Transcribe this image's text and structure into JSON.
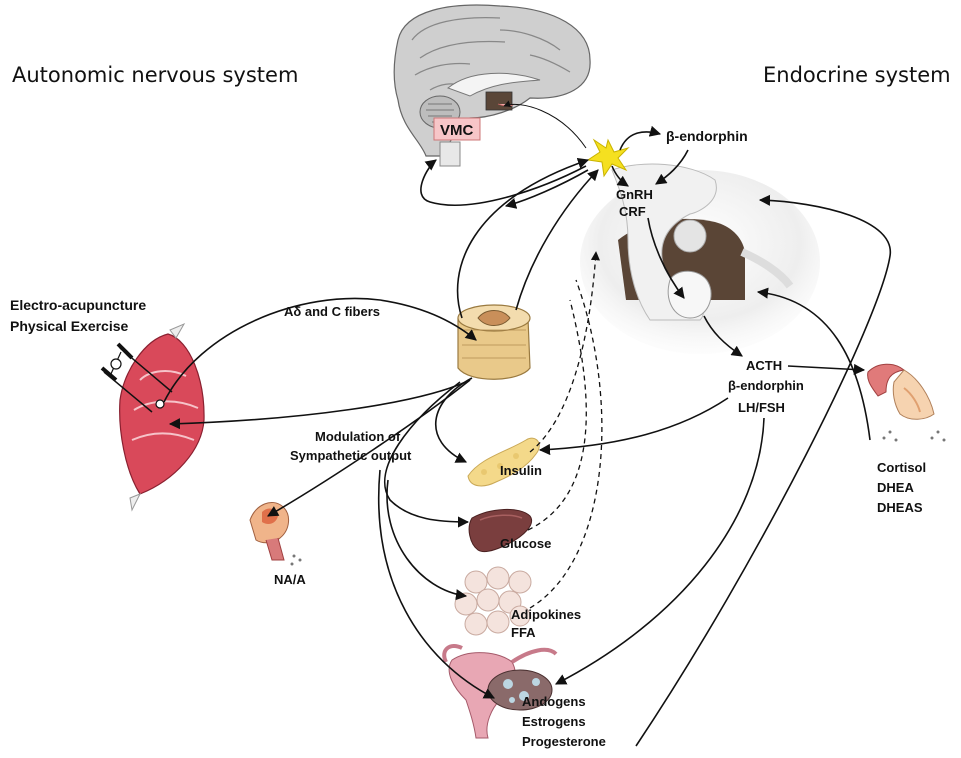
{
  "headings": {
    "left": "Autonomic nervous system",
    "right": "Endocrine system"
  },
  "labels": {
    "vmc": "VMC",
    "beta_endorphin_top": "β-endorphin",
    "gnrh": "GnRH",
    "crf": "CRF",
    "stimulus_line1": "Electro-acupuncture",
    "stimulus_line2": "Physical Exercise",
    "fibers": "Aδ and C fibers",
    "acth": "ACTH",
    "beta_endorphin_pit": "β-endorphin",
    "lh_fsh": "LH/FSH",
    "modulation_line1": "Modulation of",
    "modulation_line2": "Sympathetic output",
    "insulin": "Insulin",
    "glucose": "Glucose",
    "adipokines": "Adipokines",
    "ffa": "FFA",
    "na_a": "NA/A",
    "cortisol": "Cortisol",
    "dhea": "DHEA",
    "dheas": "DHEAS",
    "androgens": "Andogens",
    "estrogens": "Estrogens",
    "progesterone": "Progesterone"
  },
  "icons": {
    "brain": "brain-icon",
    "neuron": "neuron-icon",
    "pituitary": "pituitary-icon",
    "spinal_cord": "spinal-cord-icon",
    "muscle": "muscle-icon",
    "adrenal_left": "adrenal-gland-icon",
    "adrenal_right": "adrenal-gland-icon",
    "pancreas": "pancreas-icon",
    "liver": "liver-icon",
    "adipose": "adipose-tissue-icon",
    "ovary": "ovary-uterus-icon"
  },
  "colors": {
    "muscle": "#d9495a",
    "vmc_box": "#f7c6c8",
    "neuron": "#f5e020",
    "spinal": "#e9c98a",
    "liver": "#7a3e3e",
    "pancreas": "#f4d98a",
    "adipose": "#f4e3dd",
    "uterus": "#e8a7b4"
  }
}
